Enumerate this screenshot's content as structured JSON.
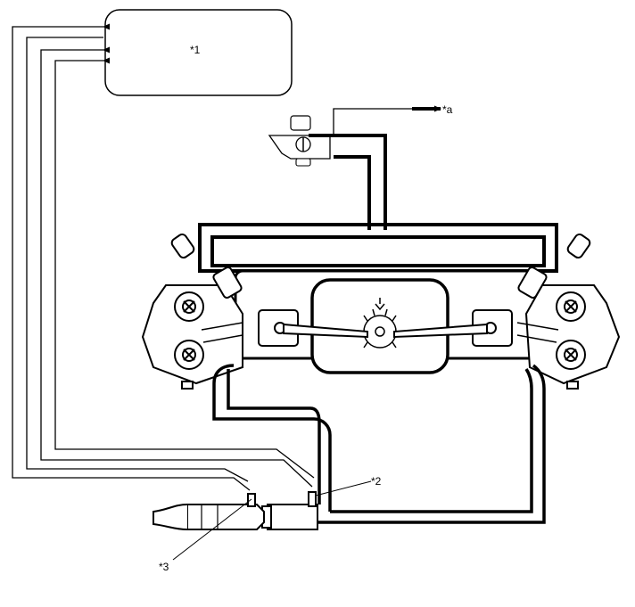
{
  "labels": {
    "ecm": "*1",
    "sensor_2": "*2",
    "sensor_3": "*3",
    "outlet": "*a"
  },
  "colors": {
    "line": "#000000",
    "background": "#ffffff"
  }
}
